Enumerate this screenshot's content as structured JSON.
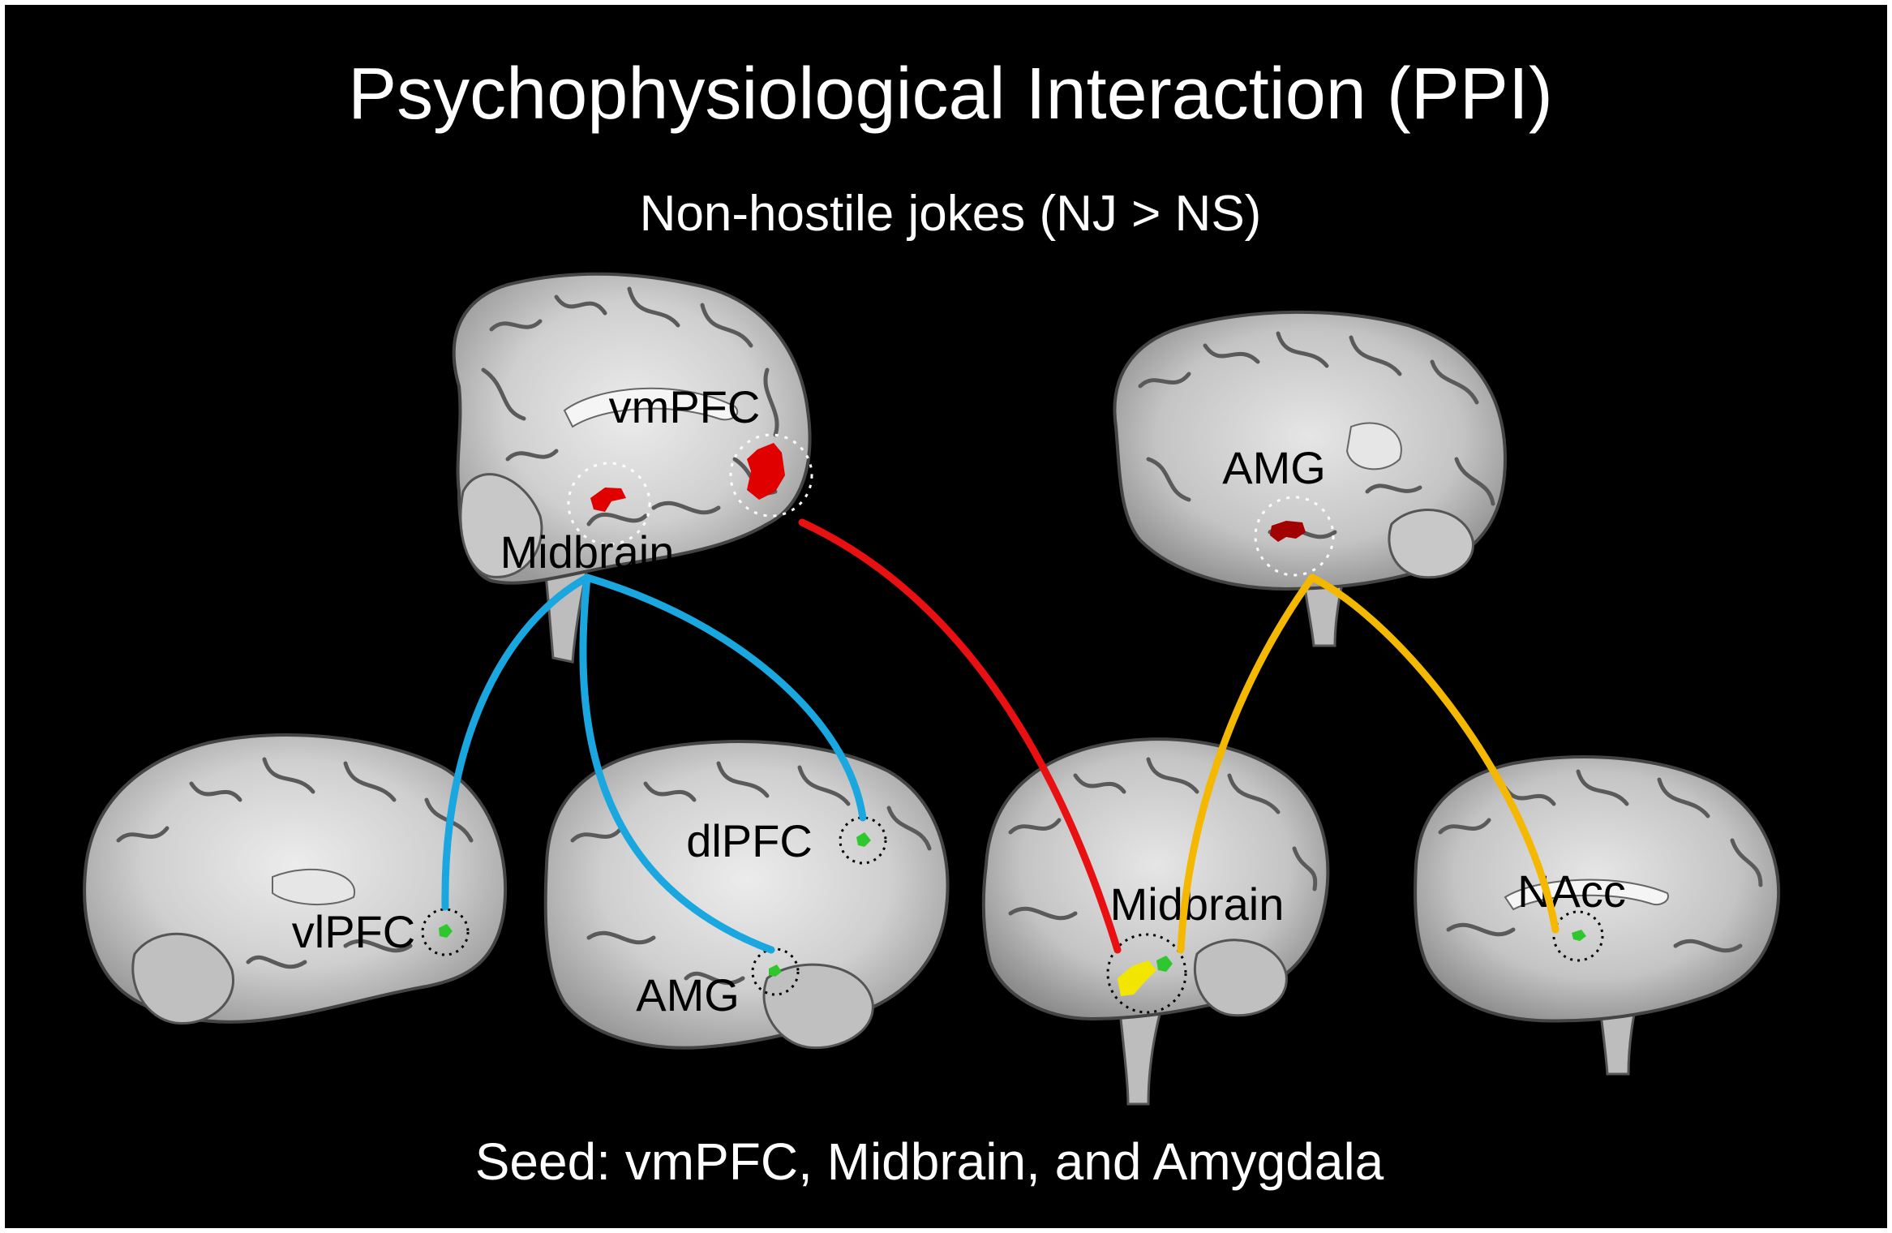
{
  "title": "Psychophysiological Interaction (PPI)",
  "subtitle": "Non-hostile jokes (NJ > NS)",
  "footer": "Seed: vmPFC, Midbrain, and Amygdala",
  "colors": {
    "background": "#000000",
    "text_title": "#ffffff",
    "text_label": "#000000",
    "path_midbrain": "#1aa7e0",
    "path_vmpfc": "#e81010",
    "path_amygdala": "#f5b800",
    "activation_seed": "#e00000",
    "activation_seed_dark": "#a30000",
    "activation_target": "#2ec82e",
    "activation_yellow": "#f2e600",
    "brain_tissue": "#d6d6d6",
    "brain_sulcus": "#6a6a6a"
  },
  "brains": {
    "seed_top_left": {
      "labels": [
        "vmPFC",
        "Midbrain"
      ]
    },
    "seed_top_right": {
      "labels": [
        "AMG"
      ]
    },
    "target_1": {
      "labels": [
        "vlPFC"
      ]
    },
    "target_2": {
      "labels": [
        "dlPFC",
        "AMG"
      ]
    },
    "target_3": {
      "labels": [
        "Midbrain"
      ]
    },
    "target_4": {
      "labels": [
        "NAcc"
      ]
    }
  }
}
